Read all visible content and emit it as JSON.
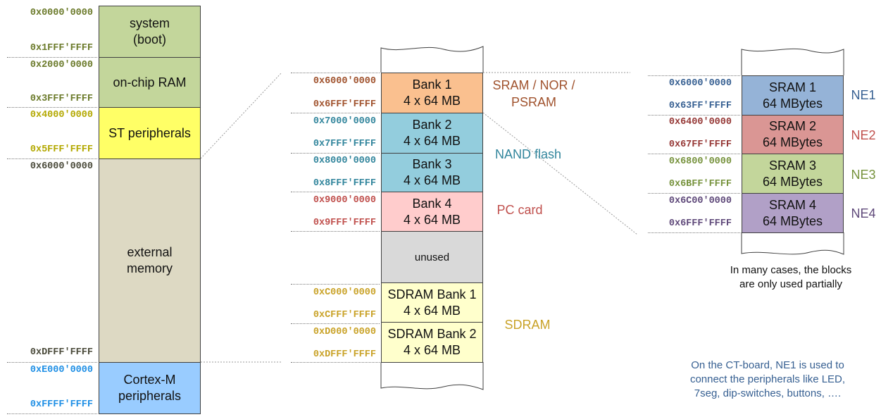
{
  "left_map": {
    "blocks": [
      {
        "label": "system\n(boot)",
        "color": "#c3d69b",
        "start": "0x0000'0000",
        "end": "0x1FFF'FFFF",
        "addr_color": "#6b7a2a"
      },
      {
        "label": "on-chip RAM",
        "color": "#c3d69b",
        "start": "0x2000'0000",
        "end": "0x3FFF'FFFF",
        "addr_color": "#6b7a2a"
      },
      {
        "label": "ST peripherals",
        "color": "#ffff66",
        "start": "0x4000'0000",
        "end": "0x5FFF'FFFF",
        "addr_color": "#b3a800"
      },
      {
        "label": "external\nmemory",
        "color": "#ddd9c3",
        "start": "0x6000'0000",
        "end": "0xDFFF'FFFF",
        "addr_color": "#4a4a3a"
      },
      {
        "label": "Cortex-M\nperipherals",
        "color": "#99ccff",
        "start": "0xE000'0000",
        "end": "0xFFFF'FFFF",
        "addr_color": "#1f8fe5"
      }
    ]
  },
  "middle_map": {
    "banks": [
      {
        "label": "Bank 1\n4 x 64 MB",
        "color": "#fac08f",
        "start": "0x6000'0000",
        "end": "0x6FFF'FFFF",
        "addr_color": "#a0522d"
      },
      {
        "label": "Bank 2\n4 x 64 MB",
        "color": "#93cddd",
        "start": "0x7000'0000",
        "end": "0x7FFF'FFFF",
        "addr_color": "#31859c"
      },
      {
        "label": "Bank 3\n4 x 64 MB",
        "color": "#93cddd",
        "start": "0x8000'0000",
        "end": "0x8FFF'FFFF",
        "addr_color": "#31859c"
      },
      {
        "label": "Bank 4\n4 x 64 MB",
        "color": "#ffcccc",
        "start": "0x9000'0000",
        "end": "0x9FFF'FFFF",
        "addr_color": "#c0504d"
      },
      {
        "label": "unused",
        "color": "#d9d9d9"
      },
      {
        "label": "SDRAM Bank 1\n4 x 64 MB",
        "color": "#ffffcc",
        "start": "0xC000'0000",
        "end": "0xCFFF'FFFF",
        "addr_color": "#c9a227"
      },
      {
        "label": "SDRAM Bank 2\n4 x 64 MB",
        "color": "#ffffcc",
        "start": "0xD000'0000",
        "end": "0xDFFF'FFFF",
        "addr_color": "#c9a227"
      }
    ],
    "type_labels": [
      {
        "text": "SRAM / NOR /\nPSRAM",
        "color": "#a0522d"
      },
      {
        "text": "NAND flash",
        "color": "#31859c"
      },
      {
        "text": "PC card",
        "color": "#c0504d"
      },
      {
        "text": "SDRAM",
        "color": "#c9a227"
      }
    ]
  },
  "right_map": {
    "blocks": [
      {
        "label": "SRAM 1\n64 MBytes",
        "color": "#95b3d7",
        "start": "0x6000'0000",
        "end": "0x63FF'FFFF",
        "addr_color": "#376092",
        "ne": "NE1",
        "ne_color": "#376092"
      },
      {
        "label": "SRAM 2\n64 MBytes",
        "color": "#da9694",
        "start": "0x6400'0000",
        "end": "0x67FF'FFFF",
        "addr_color": "#953735",
        "ne": "NE2",
        "ne_color": "#c0504d"
      },
      {
        "label": "SRAM 3\n64 MBytes",
        "color": "#c3d69b",
        "start": "0x6800'0000",
        "end": "0x6BFF'FFFF",
        "addr_color": "#76923c",
        "ne": "NE3",
        "ne_color": "#76923c"
      },
      {
        "label": "SRAM 4\n64 MBytes",
        "color": "#b1a0c7",
        "start": "0x6C00'0000",
        "end": "0x6FFF'FFFF",
        "addr_color": "#5f497a",
        "ne": "NE4",
        "ne_color": "#5f497a"
      }
    ]
  },
  "notes": {
    "partial": "In many cases, the blocks\nare only used partially",
    "ct_board": "On the CT-board, NE1 is used to\nconnect the peripherals like LED,\n7seg, dip-switches, buttons, …."
  }
}
